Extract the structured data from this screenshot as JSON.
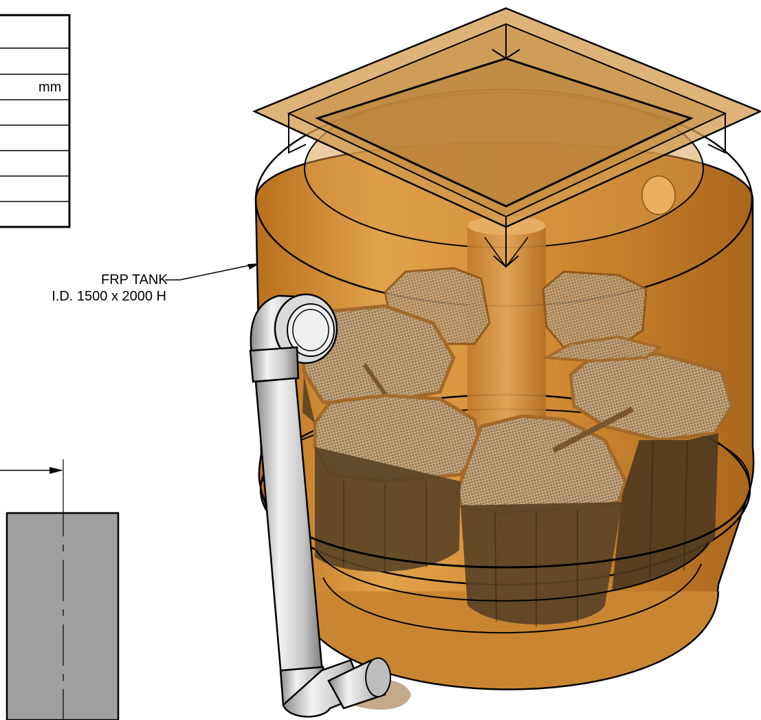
{
  "title_block": {
    "unit_label": "mm"
  },
  "callout": {
    "line1": "FRP TANK",
    "line2": "I.D. 1500 x 2000 H"
  },
  "colors": {
    "tank": "#D8943C",
    "tank_dark": "#8A5318",
    "lid": "#C48A3C",
    "pipe": "#C9C9C9",
    "cartridge": "#5A4226",
    "section_fill": "#A0A0A0"
  },
  "icons": {
    "callout_arrow": "arrow-icon"
  }
}
